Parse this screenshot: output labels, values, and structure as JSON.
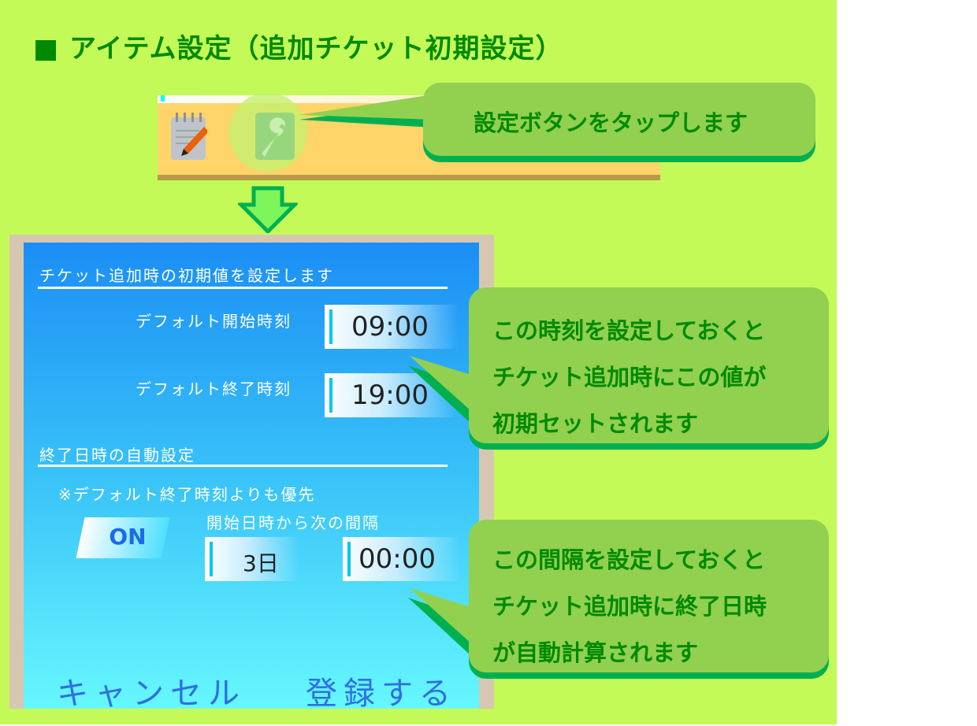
{
  "title": "■ アイテム設定（追加チケット初期設定）",
  "callouts": {
    "tap": "設定ボタンをタップします",
    "time": [
      "この時刻を設定しておくと",
      "チケット追加時にこの値が",
      "初期セットされます"
    ],
    "interval": [
      "この間隔を設定しておくと",
      "チケット追加時に終了日時",
      "が自動計算されます"
    ]
  },
  "dialog": {
    "section1": "チケット追加時の初期値を設定します",
    "start_label": "デフォルト開始時刻",
    "start_value": "09:00",
    "end_label": "デフォルト終了時刻",
    "end_value": "19:00",
    "section2": "終了日時の自動設定",
    "note": "※デフォルト終了時刻よりも優先",
    "toggle": "ON",
    "interval_label": "開始日時から次の間隔",
    "interval_days": "3日",
    "interval_time": "00:00",
    "cancel": "キャンセル",
    "register": "登録する"
  }
}
